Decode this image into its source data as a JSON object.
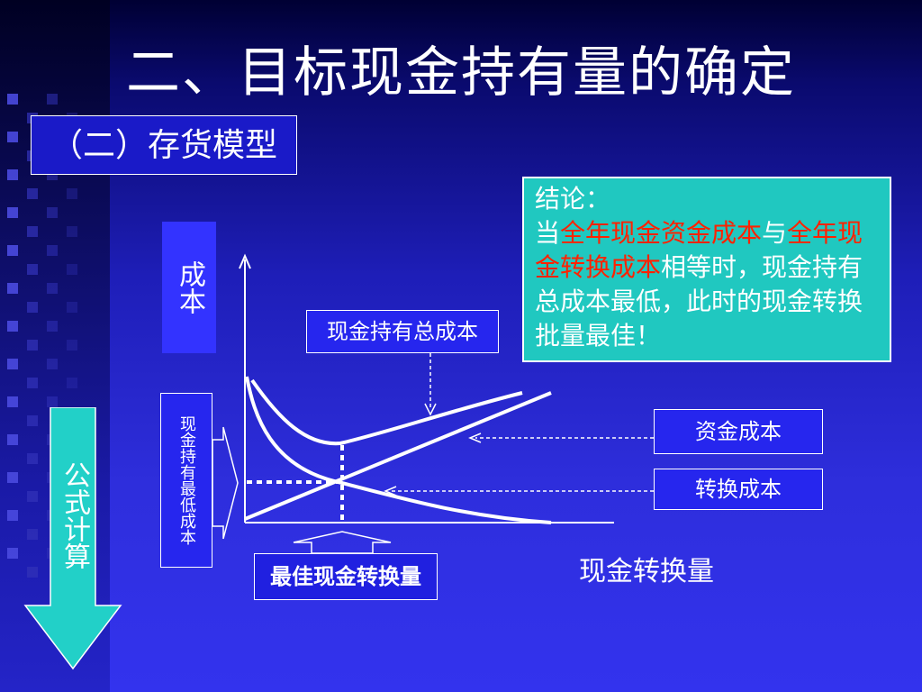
{
  "slide": {
    "title": "二、目标现金持有量的确定",
    "subtitle": "（二）存货模型"
  },
  "sidebar": {
    "formula_label": "公式计算"
  },
  "diagram": {
    "y_axis_label": "成本",
    "x_axis_label": "现金转换量",
    "min_total_cost_label": "现金持有最低成本",
    "total_cost_label": "现金持有总成本",
    "capital_cost_label": "资金成本",
    "conversion_cost_label": "转换成本",
    "optimal_quantity_label": "最佳现金转换量"
  },
  "conclusion": {
    "heading": "结论：",
    "p1": "当",
    "h1": "全年现金资金成本",
    "p2": "与",
    "h2": "全年现金转换成本",
    "p3": "相等时，现金持有总成本最低，此时的现金转换批量最佳！"
  },
  "colors": {
    "conclusion_bg": "#20c8c0",
    "highlight": "#ff2200",
    "formula_arrow": "#22d0c8",
    "label_bg": "#3333ff"
  }
}
